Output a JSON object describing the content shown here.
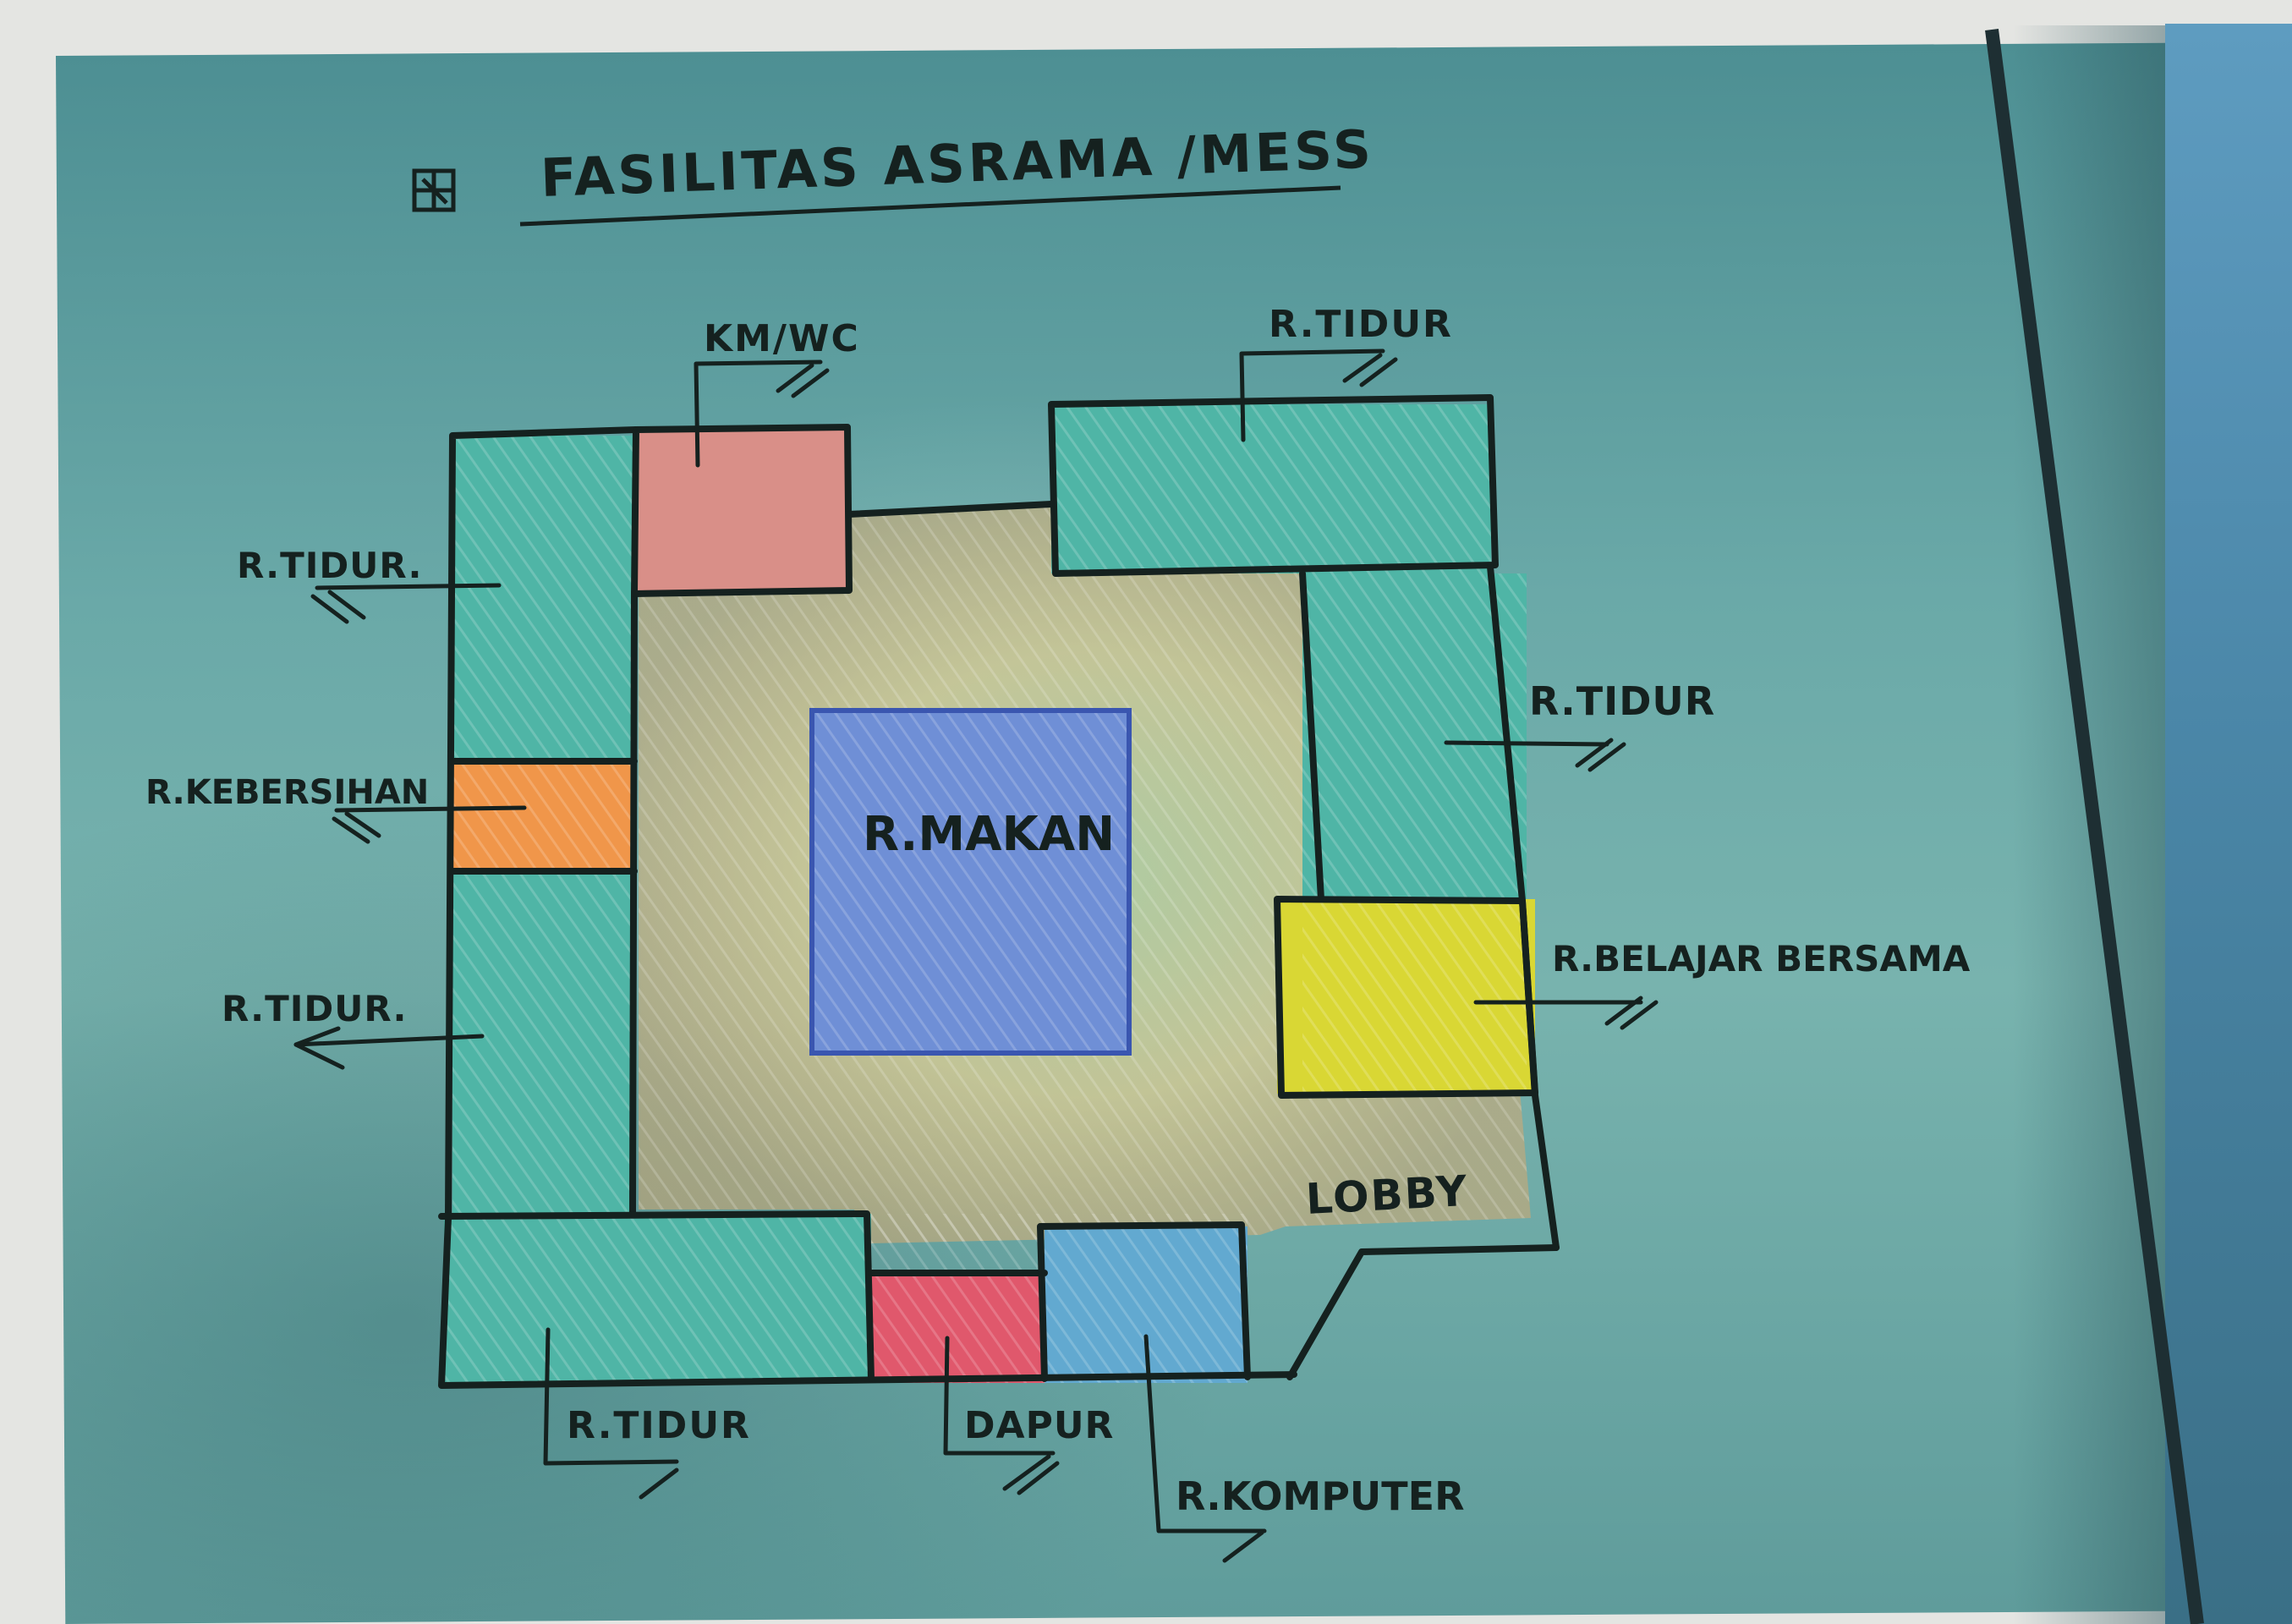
{
  "title": "FASILITAS ASRAMA /MESS",
  "rooms": {
    "kmwc": "KM/WC",
    "r_tidur_top_right": "R.TIDUR",
    "r_tidur_left_top": "R.TIDUR.",
    "r_kebersihan": "R.KEBERSIHAN",
    "r_tidur_left_bottom": "R.TIDUR.",
    "r_tidur_right": "R.TIDUR",
    "r_makan": "R.MAKAN",
    "r_belajar_bersama": "R.BELAJAR BERSAMA",
    "lobby": "LOBBY",
    "r_tidur_bottom": "R.TIDUR",
    "dapur": "DAPUR",
    "r_komputer": "R.KOMPUTER"
  },
  "colors": {
    "sleeping_room": "#4fb5a6",
    "toilet": "#d98f88",
    "cleaning_room": "#f0964a",
    "dining_room": "#6f8fd6",
    "study_room": "#d9d734",
    "kitchen": "#e0586c",
    "computer_room": "#62a9d0",
    "courtyard": "#d9c98e",
    "ink": "#15211f"
  }
}
